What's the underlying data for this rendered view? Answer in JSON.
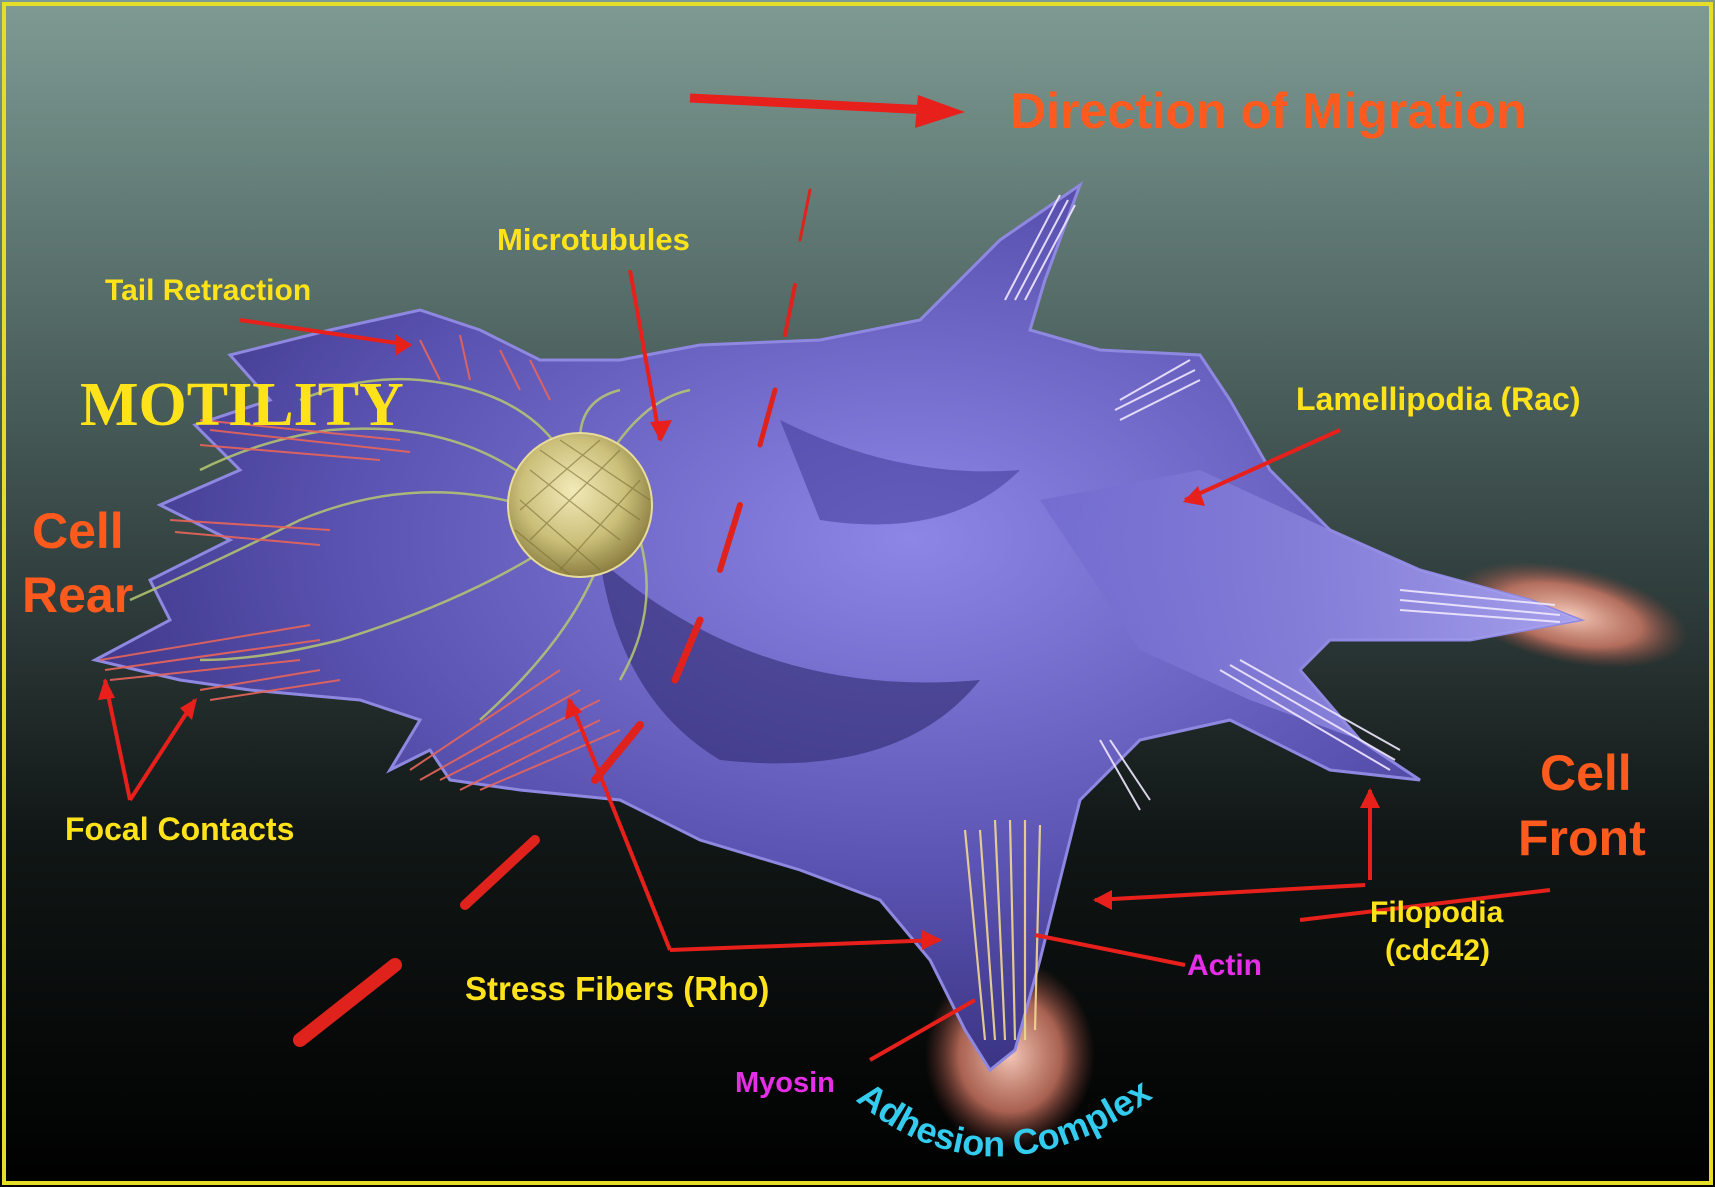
{
  "labels": {
    "direction": "Direction of Migration",
    "microtubules": "Microtubules",
    "tail_retraction": "Tail Retraction",
    "motility": "MOTILITY",
    "lamellipodia": "Lamellipodia (Rac)",
    "cell_rear_1": "Cell",
    "cell_rear_2": "Rear",
    "cell_front_1": "Cell",
    "cell_front_2": "Front",
    "focal_contacts": "Focal Contacts",
    "filopodia_1": "Filopodia",
    "filopodia_2": "(cdc42)",
    "actin": "Actin",
    "stress_fibers": "Stress Fibers (Rho)",
    "myosin": "Myosin",
    "adhesion_complex": "Adhesion Complex"
  },
  "colors": {
    "title_orange": "#ff5a1e",
    "label_yellow": "#ffe31a",
    "label_magenta": "#e62ee6",
    "label_cyan": "#33ccee",
    "arrow_red": "#e8201c",
    "cell_body": "#6b63c4",
    "frame_yellow": "#e6dc2a"
  }
}
